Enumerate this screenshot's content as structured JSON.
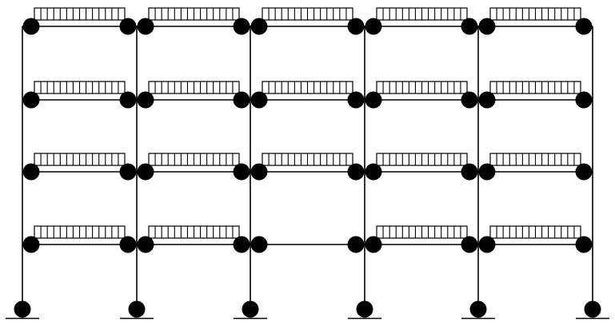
{
  "diagram": {
    "type": "multi-storey frame with plastic hinges",
    "bays": 5,
    "storeys": 4,
    "column_lines": 6,
    "colors": {
      "line": "#000000",
      "hinge": "#000000",
      "background": "#ffffff"
    },
    "base_support": "pinned-hinge-on-ground",
    "loaded_beams": [
      [
        true,
        true,
        true,
        true,
        true
      ],
      [
        true,
        true,
        true,
        true,
        true
      ],
      [
        true,
        true,
        true,
        true,
        true
      ],
      [
        true,
        true,
        false,
        true,
        true
      ]
    ],
    "load_symbol": "uniformly-distributed-load-icon",
    "hinge_symbol": "plastic-hinge-icon"
  }
}
